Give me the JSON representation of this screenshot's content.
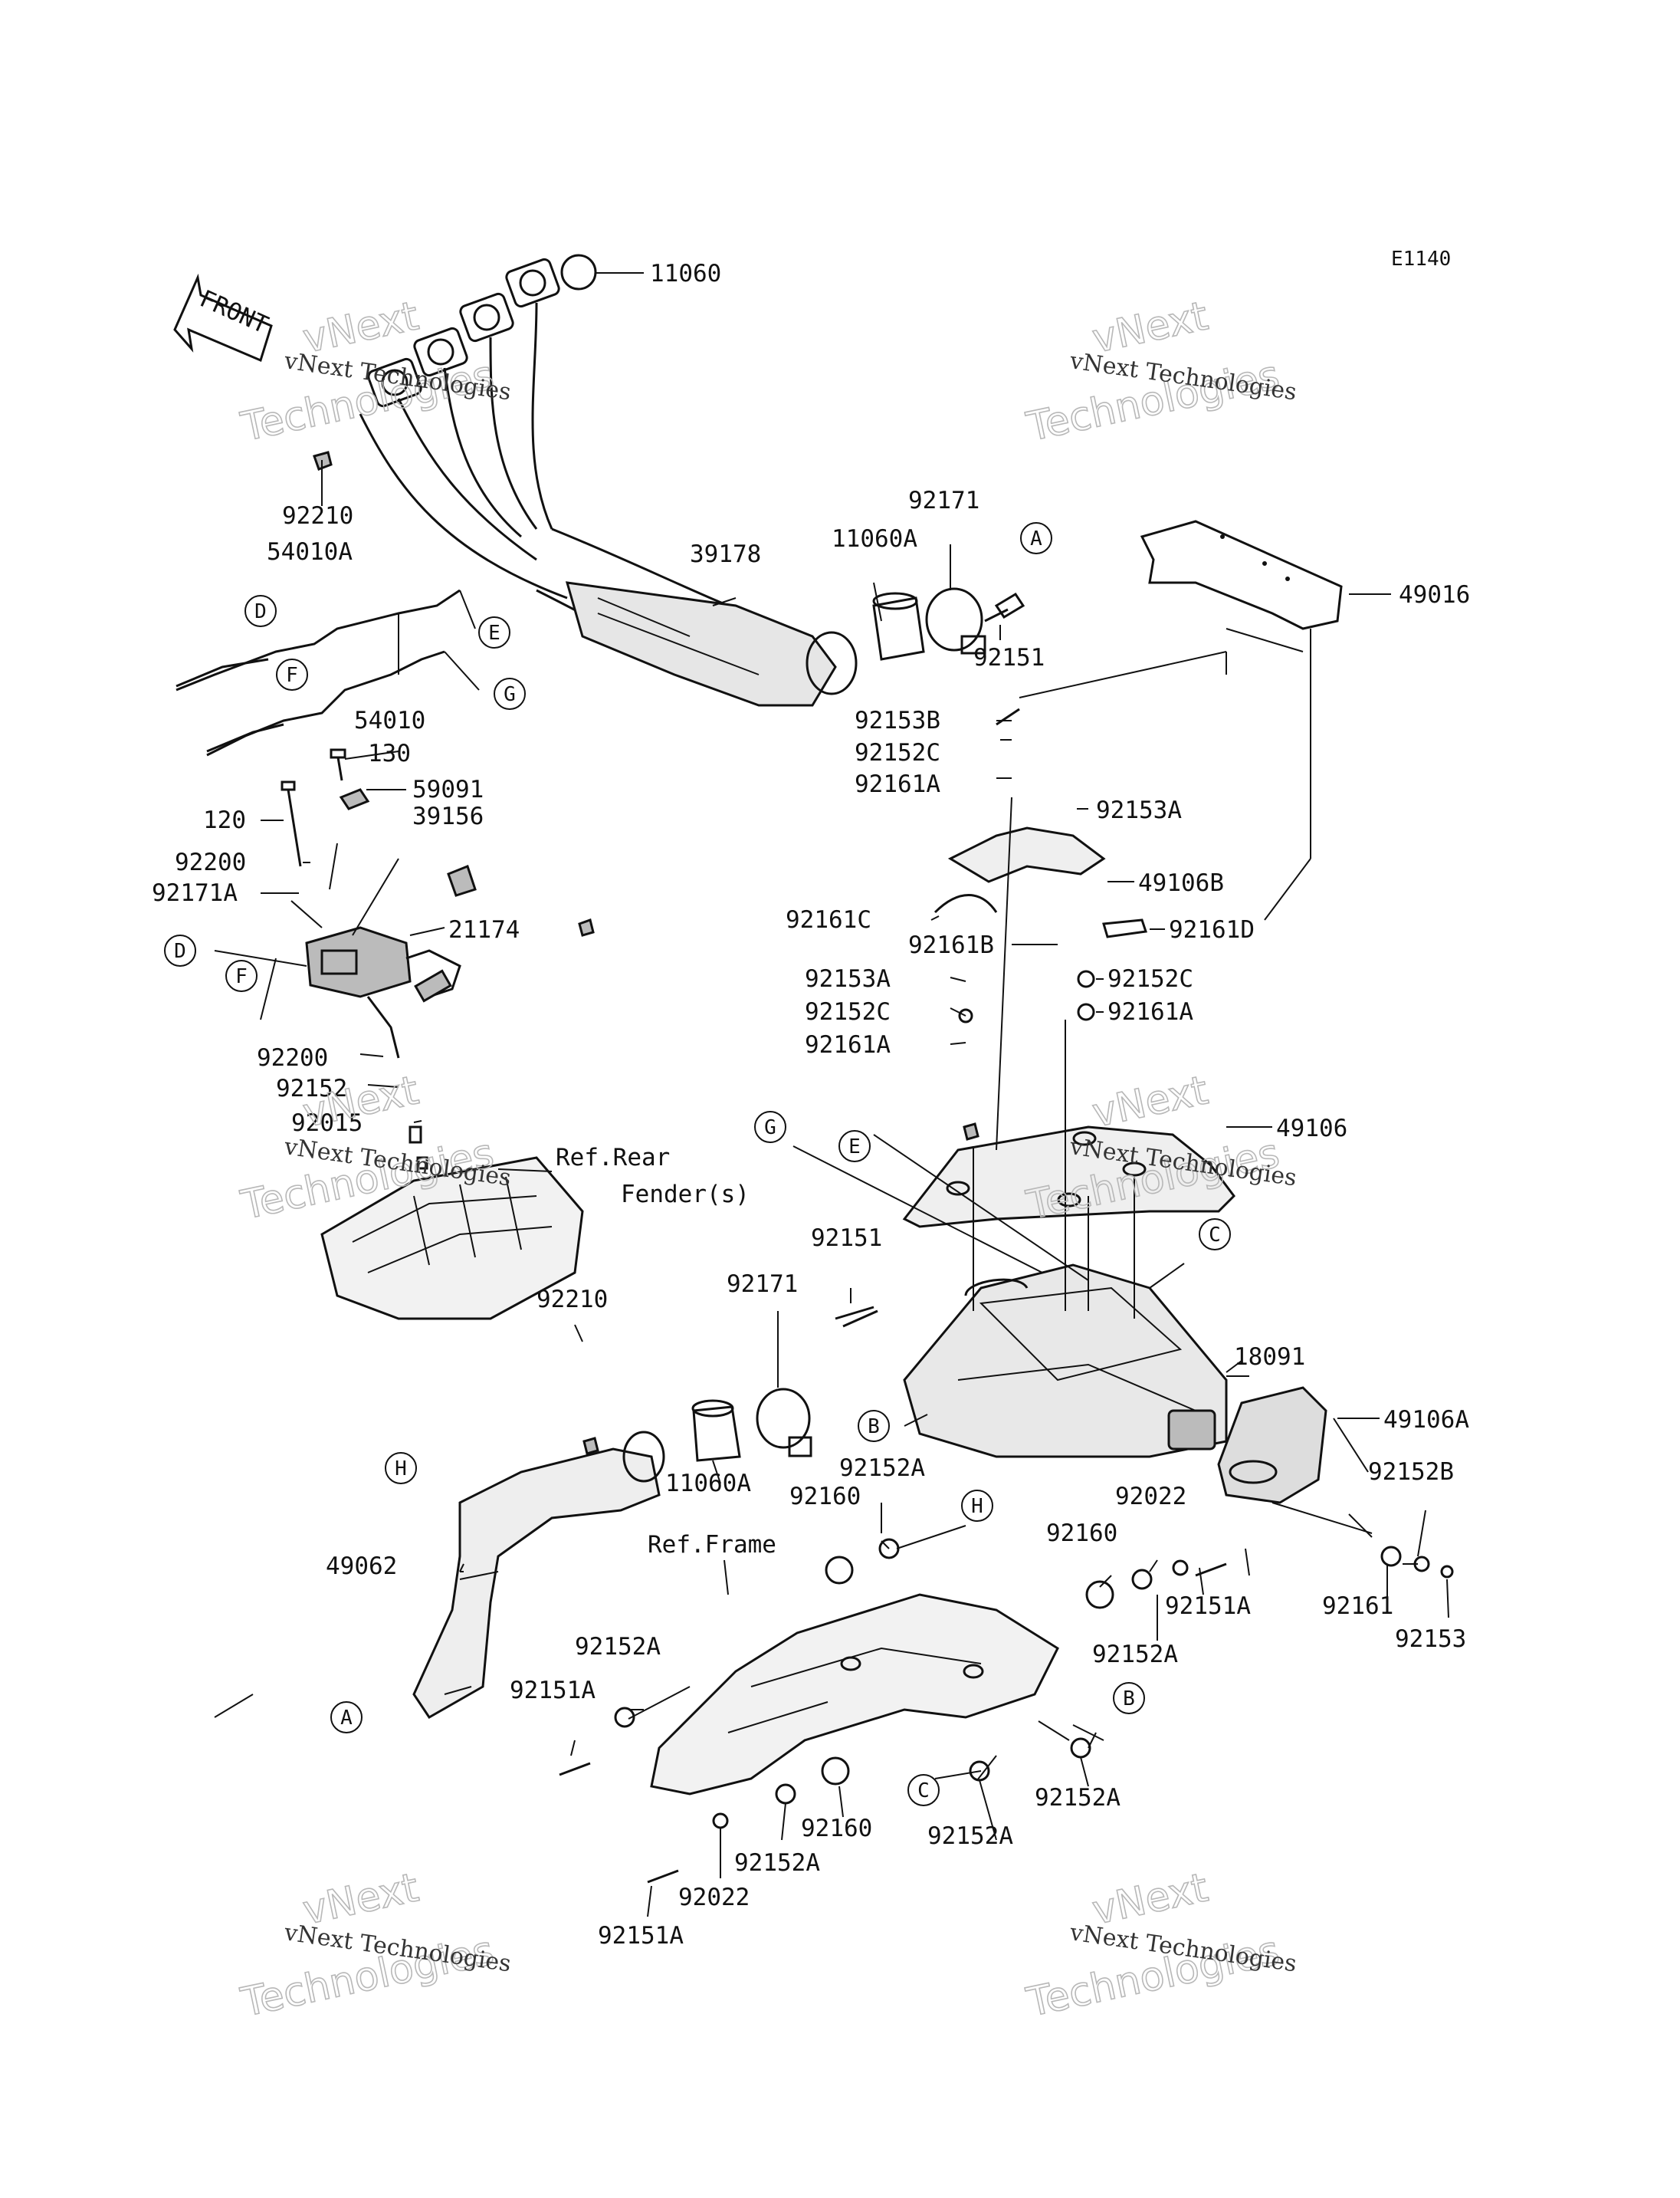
{
  "diagram_code": "E1140",
  "front_label": "FRONT",
  "watermark": {
    "line1": "vNext",
    "line2": "Technologies",
    "line3": "vNext Technologies"
  },
  "callout_letters": [
    "A",
    "B",
    "C",
    "D",
    "E",
    "F",
    "G",
    "H"
  ],
  "reference_notes": {
    "rear_fender": "Ref.Rear",
    "rear_fender_2": "Fender(s)",
    "frame": "Ref.Frame"
  },
  "part_labels": [
    "11060",
    "92210",
    "54010A",
    "39178",
    "11060A",
    "92171",
    "92151",
    "49016",
    "54010",
    "130",
    "59091",
    "120",
    "39156",
    "92200",
    "92171A",
    "21174",
    "92153B",
    "92152C",
    "92161A",
    "92153A",
    "49106B",
    "92161C",
    "92161B",
    "92161D",
    "92153A",
    "92152C",
    "92152C",
    "92161A",
    "92161A",
    "92200",
    "92152",
    "92015",
    "49106",
    "92151",
    "92171",
    "18091",
    "92210",
    "49106A",
    "92152B",
    "11060A",
    "92152A",
    "92160",
    "92022",
    "49062",
    "92160",
    "92151A",
    "92161",
    "92153",
    "92152A",
    "92152A",
    "92151A",
    "92152A",
    "92160",
    "92152A",
    "92152A",
    "92022",
    "92151A"
  ]
}
